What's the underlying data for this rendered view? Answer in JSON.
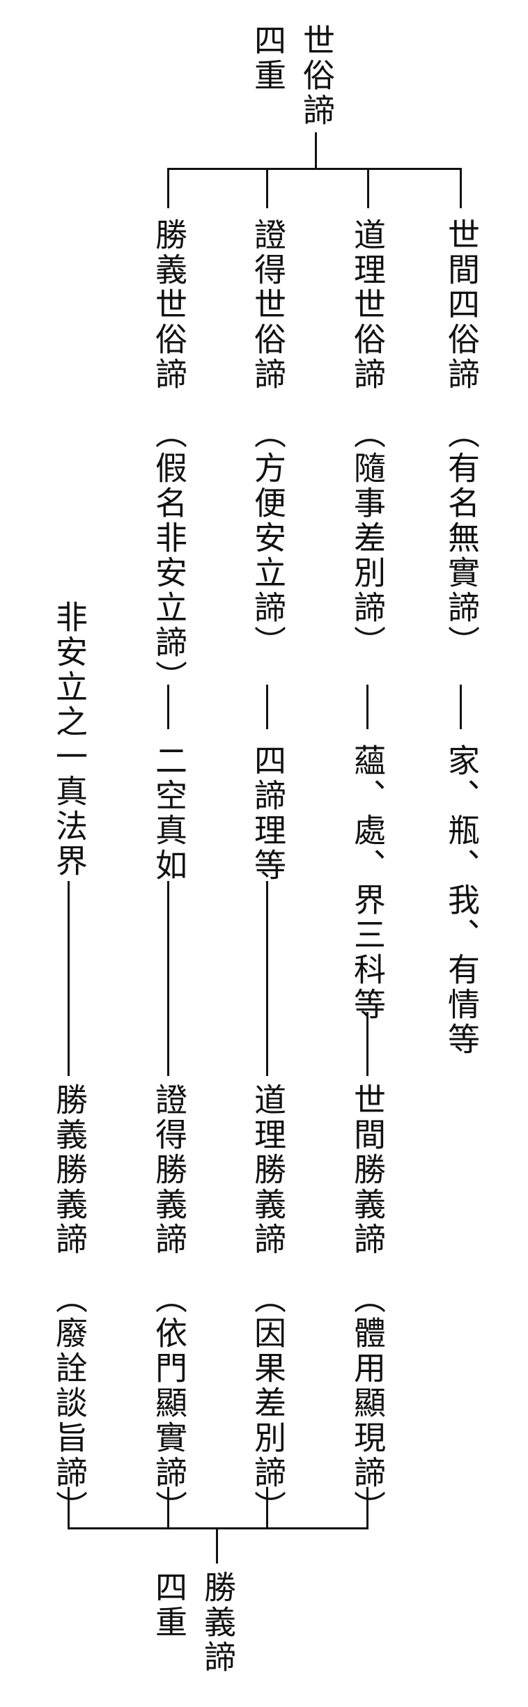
{
  "top": {
    "title": "世俗諦",
    "label": "四重"
  },
  "worldly": [
    {
      "name": "世間四俗諦",
      "alias": "（有名無實諦）",
      "content": "家、瓶、我、有情等"
    },
    {
      "name": "道理世俗諦",
      "alias": "（隨事差別諦）",
      "content": "蘊、處、界三科等"
    },
    {
      "name": "證得世俗諦",
      "alias": "（方便安立諦）",
      "content": "四諦理等"
    },
    {
      "name": "勝義世俗諦",
      "alias": "（假名非安立諦）",
      "content": "二空真如"
    }
  ],
  "supreme_content_4": "非安立之一真法界",
  "supreme": [
    {
      "name": "世間勝義諦",
      "alias": "（體用顯現諦）"
    },
    {
      "name": "道理勝義諦",
      "alias": "（因果差別諦）"
    },
    {
      "name": "證得勝義諦",
      "alias": "（依門顯實諦）"
    },
    {
      "name": "勝義勝義諦",
      "alias": "（廢詮談旨諦）"
    }
  ],
  "bottom": {
    "title": "勝義諦",
    "label": "四重"
  }
}
